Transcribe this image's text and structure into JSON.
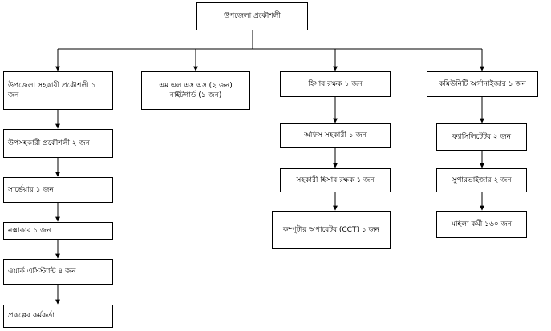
{
  "root": {
    "label": "উপজেলা প্রকৌশলী"
  },
  "columns": [
    {
      "label": "উপজেলা সহকারী প্রকৌশলী ১ জন",
      "children": [
        "উপসহকারী প্রকৌশলী ২ জন",
        "সার্ভেয়ার ১ জন",
        "নক্সাকার ১ জন",
        "ওয়ার্ক এসিস্ট্যান্ট ৪ জন",
        "প্রকল্পের কর্মকর্তা"
      ]
    },
    {
      "label": "এম এল এস এস (২ জন)\nনাইটগার্ড (১ জন)",
      "children": []
    },
    {
      "label": "হিসাব রক্ষক ১ জন",
      "children": [
        "অফিস সহকারী ১ জন",
        "সহকারী হিসাব রক্ষক ১ জন",
        "কম্পুটার অপারেটর (CCT) ১ জন"
      ]
    },
    {
      "label": "কমিউনিটি অর্গানাইজার ১ জন",
      "children": [
        "ফ্যাসিলিটেটর ২ জন",
        "সুপারভাইজার ২ জন",
        "মহিলা কর্মী ১৬০ জন"
      ]
    }
  ]
}
